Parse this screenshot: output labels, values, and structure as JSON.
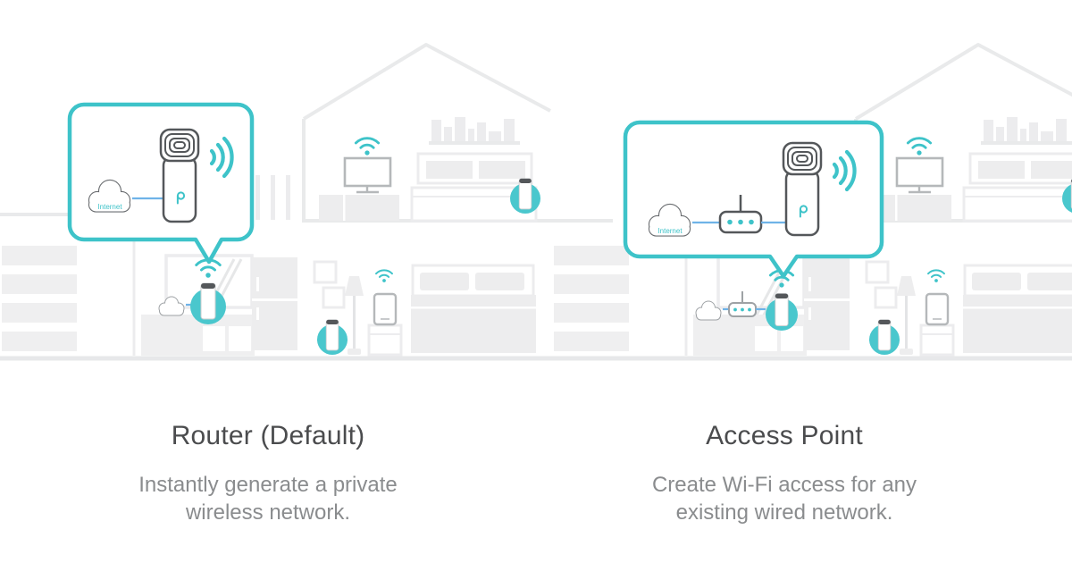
{
  "colors": {
    "accent_teal": "#3ec3c9",
    "deco_spot_fill": "#4ac7cd",
    "connector_blue": "#6fb3e8",
    "device_outline": "#54575a",
    "background_illustration_gray": "#ececee",
    "heading_text": "#4b4c4e",
    "body_text": "#8a8c8e"
  },
  "icons": [
    "internet-cloud-icon",
    "deco-unit-icon",
    "modem-icon",
    "wifi-signal-icon",
    "tv-icon",
    "phone-icon"
  ],
  "modes": [
    {
      "id": "router",
      "title": "Router (Default)",
      "description_lines": [
        "Instantly generate a private",
        "wireless network."
      ],
      "bubble": {
        "cloud_label": "Internet",
        "devices": [
          "internet-cloud",
          "deco-unit"
        ]
      }
    },
    {
      "id": "access-point",
      "title": "Access Point",
      "description_lines": [
        "Create Wi-Fi access for any",
        "existing wired network."
      ],
      "bubble": {
        "cloud_label": "Internet",
        "devices": [
          "internet-cloud",
          "modem-router",
          "deco-unit"
        ]
      }
    }
  ]
}
